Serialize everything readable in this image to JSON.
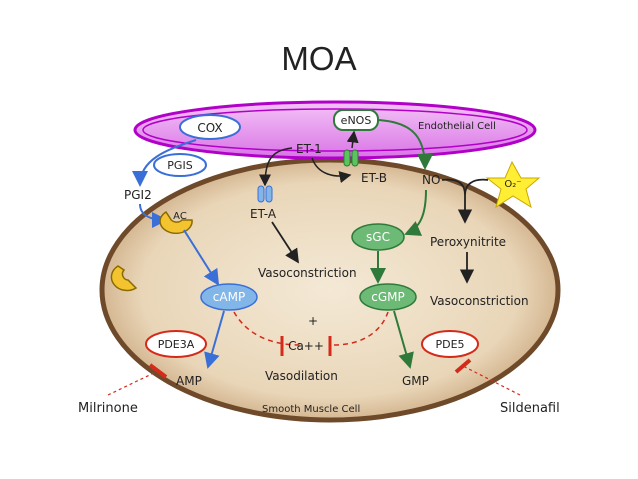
{
  "slide": {
    "title": "MOA"
  },
  "labels": {
    "cox": "COX",
    "enos": "eNOS",
    "endothelial_cell": "Endothelial Cell",
    "pgis": "PGIS",
    "et1": "ET-1",
    "etb": "ET-B",
    "no": "NO",
    "o2": "O₂⁻",
    "pgi2": "PGI2",
    "ac": "AC",
    "eta": "ET-A",
    "sgc": "sGC",
    "peroxynitrite": "Peroxynitrite",
    "vasoconstriction_left": "Vasoconstriction",
    "camp": "cAMP",
    "cgmp": "cGMP",
    "vasoconstriction_right": "Vasoconstriction",
    "plus": "+",
    "pde3a": "PDE3A",
    "ca": "Ca++",
    "pde5": "PDE5",
    "amp": "AMP",
    "vasodilation": "Vasodilation",
    "gmp": "GMP",
    "smooth_muscle_cell": "Smooth Muscle Cell",
    "milrinone": "Milrinone",
    "sildenafil": "Sildenafil"
  },
  "colors": {
    "endothelial_fill": "#e79cf0",
    "endothelial_stroke": "#b100c8",
    "smc_fill": "#ead8bf",
    "smc_stroke": "#6e4a2a",
    "blue_arrow": "#3a6fd8",
    "green": "#4e9a59",
    "red": "#d42a1a",
    "receptor": "#82b5e8",
    "enzyme_yellow": "#f4c430",
    "star": "#ffee33"
  }
}
